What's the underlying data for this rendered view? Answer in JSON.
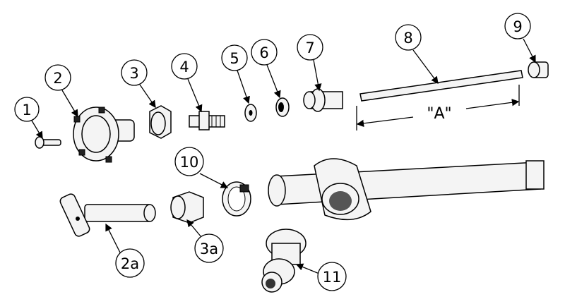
{
  "callouts": {
    "c1": "1",
    "c2": "2",
    "c3": "3",
    "c4": "4",
    "c5": "5",
    "c6": "6",
    "c7": "7",
    "c8": "8",
    "c9": "9",
    "c10": "10",
    "c2a": "2a",
    "c3a": "3a",
    "c11": "11"
  },
  "dimension_label": "\"A\""
}
